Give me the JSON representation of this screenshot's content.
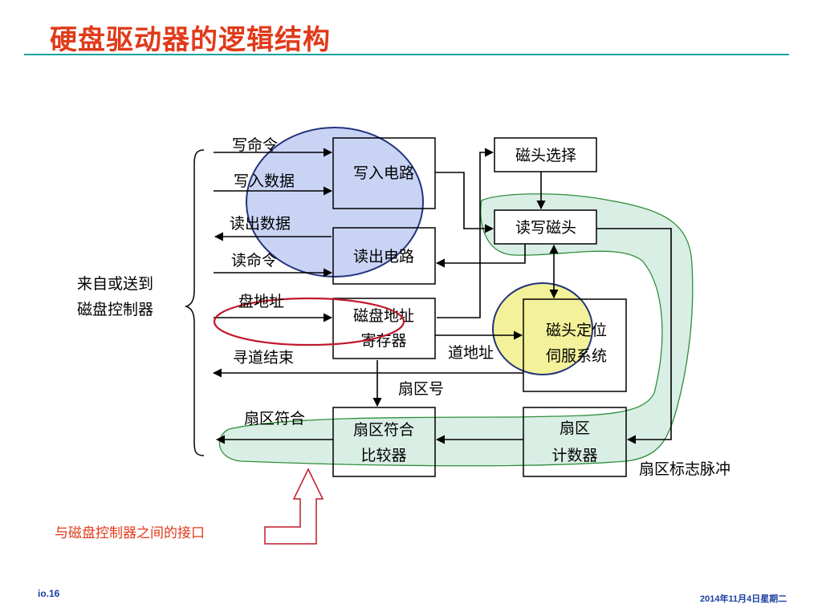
{
  "title": "硬盘驱动器的逻辑结构",
  "boxes": {
    "write_circuit": "写入电路",
    "read_circuit": "读出电路",
    "disk_address_register": [
      "磁盘地址",
      "寄存器"
    ],
    "head_select": "磁头选择",
    "read_write_head": "读写磁头",
    "head_positioning_servo": [
      "磁头定位",
      "伺服系统"
    ],
    "sector_match_comparator": [
      "扇区符合",
      "比较器"
    ],
    "sector_counter": [
      "扇区",
      "计数器"
    ]
  },
  "signals": {
    "write_command": "写命令",
    "write_data": "写入数据",
    "read_data": "读出数据",
    "read_command": "读命令",
    "disk_address": "盘地址",
    "seek_complete": "寻道结束",
    "sector_match": "扇区符合",
    "track_address": "道地址",
    "sector_number": "扇区号",
    "sector_mark_pulse": "扇区标志脉冲"
  },
  "brace_label": [
    "来自或送到",
    "磁盘控制器"
  ],
  "interface_label": "与磁盘控制器之间的接口",
  "footer": {
    "left": "io.16",
    "right": "2014年11月4日星期二"
  },
  "colors": {
    "title": "#e03a1a",
    "rule": "#18a3a0",
    "blue_fill": "#c9d4f5",
    "yellow_fill": "#f3f29a",
    "green_fill": "#d9eee4",
    "red_ellipse": "#c0182a"
  }
}
